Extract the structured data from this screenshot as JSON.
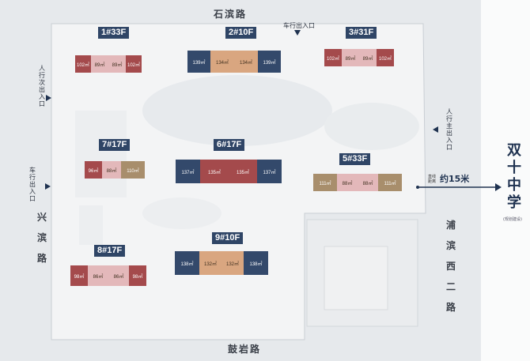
{
  "roads": {
    "north": "石滨路",
    "south": "鼓岩路",
    "west": "兴滨路",
    "east": "浦滨西二路"
  },
  "entrances": {
    "vehicle_north": "车行出入口",
    "pedestrian_secondary": "人行次出入口",
    "vehicle_west": "车行出入口",
    "pedestrian_main": "人行主出入口"
  },
  "school": {
    "name": "双十中学",
    "sub": "(规划建设)",
    "distance": "约15米",
    "distance_prefix": "直线距离"
  },
  "buildings": [
    {
      "label": "1#33F",
      "units": [
        "102㎡",
        "89㎡",
        "89㎡",
        "102㎡"
      ]
    },
    {
      "label": "2#10F",
      "units": [
        "139㎡",
        "134㎡",
        "134㎡",
        "139㎡"
      ]
    },
    {
      "label": "3#31F",
      "units": [
        "102㎡",
        "89㎡",
        "89㎡",
        "102㎡"
      ]
    },
    {
      "label": "7#17F",
      "units": [
        "96㎡",
        "88㎡",
        "110㎡"
      ]
    },
    {
      "label": "6#17F",
      "units": [
        "137㎡",
        "135㎡",
        "135㎡",
        "137㎡"
      ]
    },
    {
      "label": "5#33F",
      "units": [
        "111㎡",
        "88㎡",
        "88㎡",
        "111㎡"
      ]
    },
    {
      "label": "8#17F",
      "units": [
        "98㎡",
        "86㎡",
        "86㎡",
        "98㎡"
      ]
    },
    {
      "label": "9#10F",
      "units": [
        "138㎡",
        "132㎡",
        "132㎡",
        "138㎡"
      ]
    }
  ],
  "colors": {
    "navy": "#33496b",
    "tan": "#d9a680",
    "rust": "#a44a4c",
    "pink": "#e3b8ba",
    "khaki": "#a88e6c",
    "label_bg": "#2f4566"
  }
}
